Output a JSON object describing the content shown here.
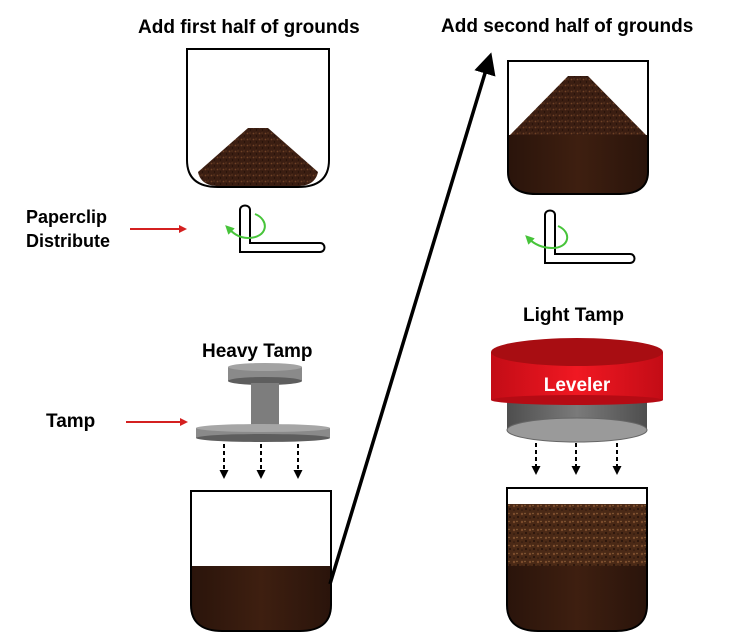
{
  "steps": {
    "first_half": "Add first half of grounds",
    "second_half": "Add second half of grounds",
    "paperclip": "Paperclip",
    "distribute": "Distribute",
    "heavy_tamp": "Heavy Tamp",
    "light_tamp": "Light Tamp",
    "tamp": "Tamp",
    "leveler": "Leveler"
  },
  "colors": {
    "coffee": "#3b1e12",
    "coffee_dark": "#2a140b",
    "coffee_light": "#6e4125",
    "red_arrow": "#d42020",
    "green_arrow": "#47c43a",
    "leveler_red": "#e3101c",
    "leveler_dark_red": "#a80d12",
    "tamper_grey": "#8a8a8a",
    "tamper_dark": "#5e5e5e"
  }
}
